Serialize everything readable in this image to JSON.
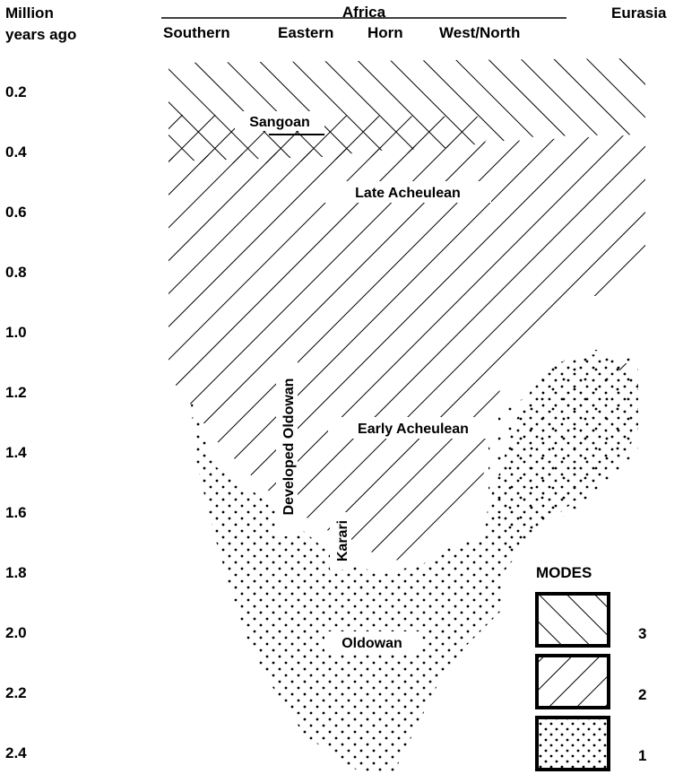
{
  "axis": {
    "title_line1": "Million",
    "title_line2": "years ago",
    "ticks": [
      "0.2",
      "0.4",
      "0.6",
      "0.8",
      "1.0",
      "1.2",
      "1.4",
      "1.6",
      "1.8",
      "2.0",
      "2.2",
      "2.4"
    ]
  },
  "header": {
    "group": "Africa",
    "regions": [
      "Southern",
      "Eastern",
      "Horn",
      "West/North"
    ],
    "eurasia": "Eurasia"
  },
  "labels": {
    "sangoan": "Sangoan",
    "late_acheulean": "Late Acheulean",
    "early_acheulean": "Early Acheulean",
    "developed_oldowan": "Developed Oldowan",
    "karari": "Karari",
    "oldowan": "Oldowan"
  },
  "legend": {
    "title": "MODES",
    "items": [
      {
        "mode": "3",
        "pattern": "forward-hatch"
      },
      {
        "mode": "2",
        "pattern": "back-hatch"
      },
      {
        "mode": "1",
        "pattern": "dots"
      }
    ]
  },
  "colors": {
    "ink": "#000000",
    "background": "#ffffff"
  }
}
